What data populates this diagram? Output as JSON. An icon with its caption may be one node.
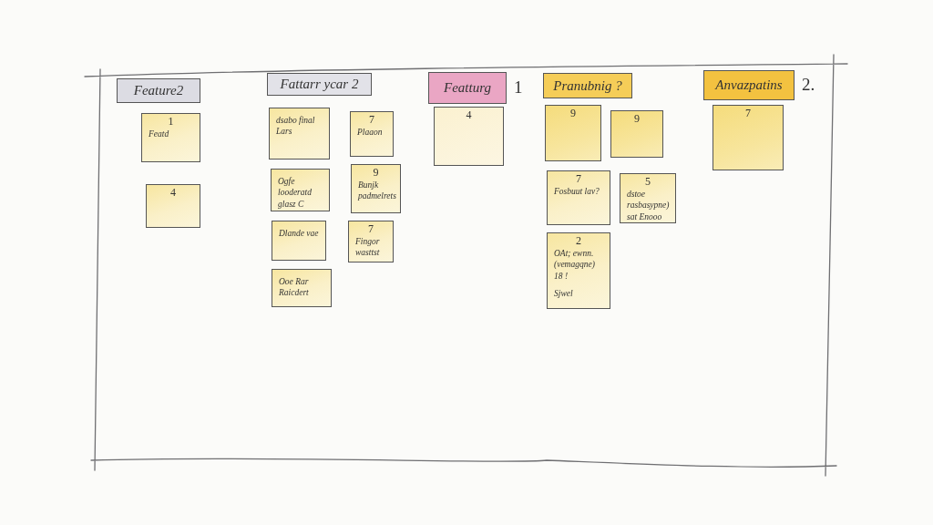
{
  "diagram": {
    "nodes": [
      {
        "text": [
          "Feature2"
        ]
      },
      {
        "text": [
          "1",
          "Featd"
        ]
      },
      {
        "text": [
          "4"
        ]
      },
      {
        "text": [
          "Fattarr ycar 2"
        ]
      },
      {
        "text": [
          "dsabo final Lars"
        ]
      },
      {
        "text": [
          "Ogfe looderatd glasz C"
        ]
      },
      {
        "text": [
          "Dlande vae"
        ]
      },
      {
        "text": [
          "Ooe Rar Raicdert"
        ]
      },
      {
        "text": [
          "7",
          "Plaaon"
        ]
      },
      {
        "text": [
          "9",
          "Bunjk padmelrets"
        ]
      },
      {
        "text": [
          "7",
          "Fingor wasttst"
        ]
      },
      {
        "text": [
          "Featturg"
        ],
        "beside": [
          "1"
        ]
      },
      {
        "text": [
          "4"
        ]
      },
      {
        "text": [
          "Pranubnig ?"
        ]
      },
      {
        "text": [
          "9"
        ]
      },
      {
        "text": [
          "9"
        ]
      },
      {
        "text": [
          "7",
          "Fosbuut lav?"
        ]
      },
      {
        "text": [
          "5",
          "dstoe rasbasypne) sat Enooo"
        ]
      },
      {
        "text": [
          "2",
          "OAt; ewnn. (vemagqne) 18 !",
          "Sjwel"
        ]
      },
      {
        "text": [
          "Anvazpatins"
        ],
        "beside": [
          "2."
        ]
      },
      {
        "text": [
          "7"
        ]
      }
    ]
  }
}
